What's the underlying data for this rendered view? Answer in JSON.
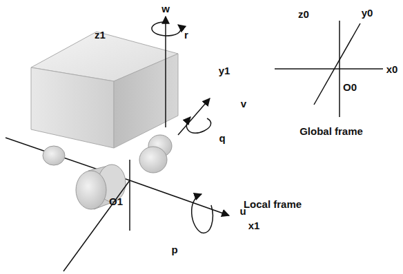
{
  "diagram": {
    "labels": [
      "w",
      "z1",
      "r",
      "z0",
      "y0",
      "y1",
      "v",
      "x0",
      "O0",
      "q",
      "Global frame",
      "O1",
      "Local frame",
      "u",
      "x1",
      "p"
    ]
  }
}
